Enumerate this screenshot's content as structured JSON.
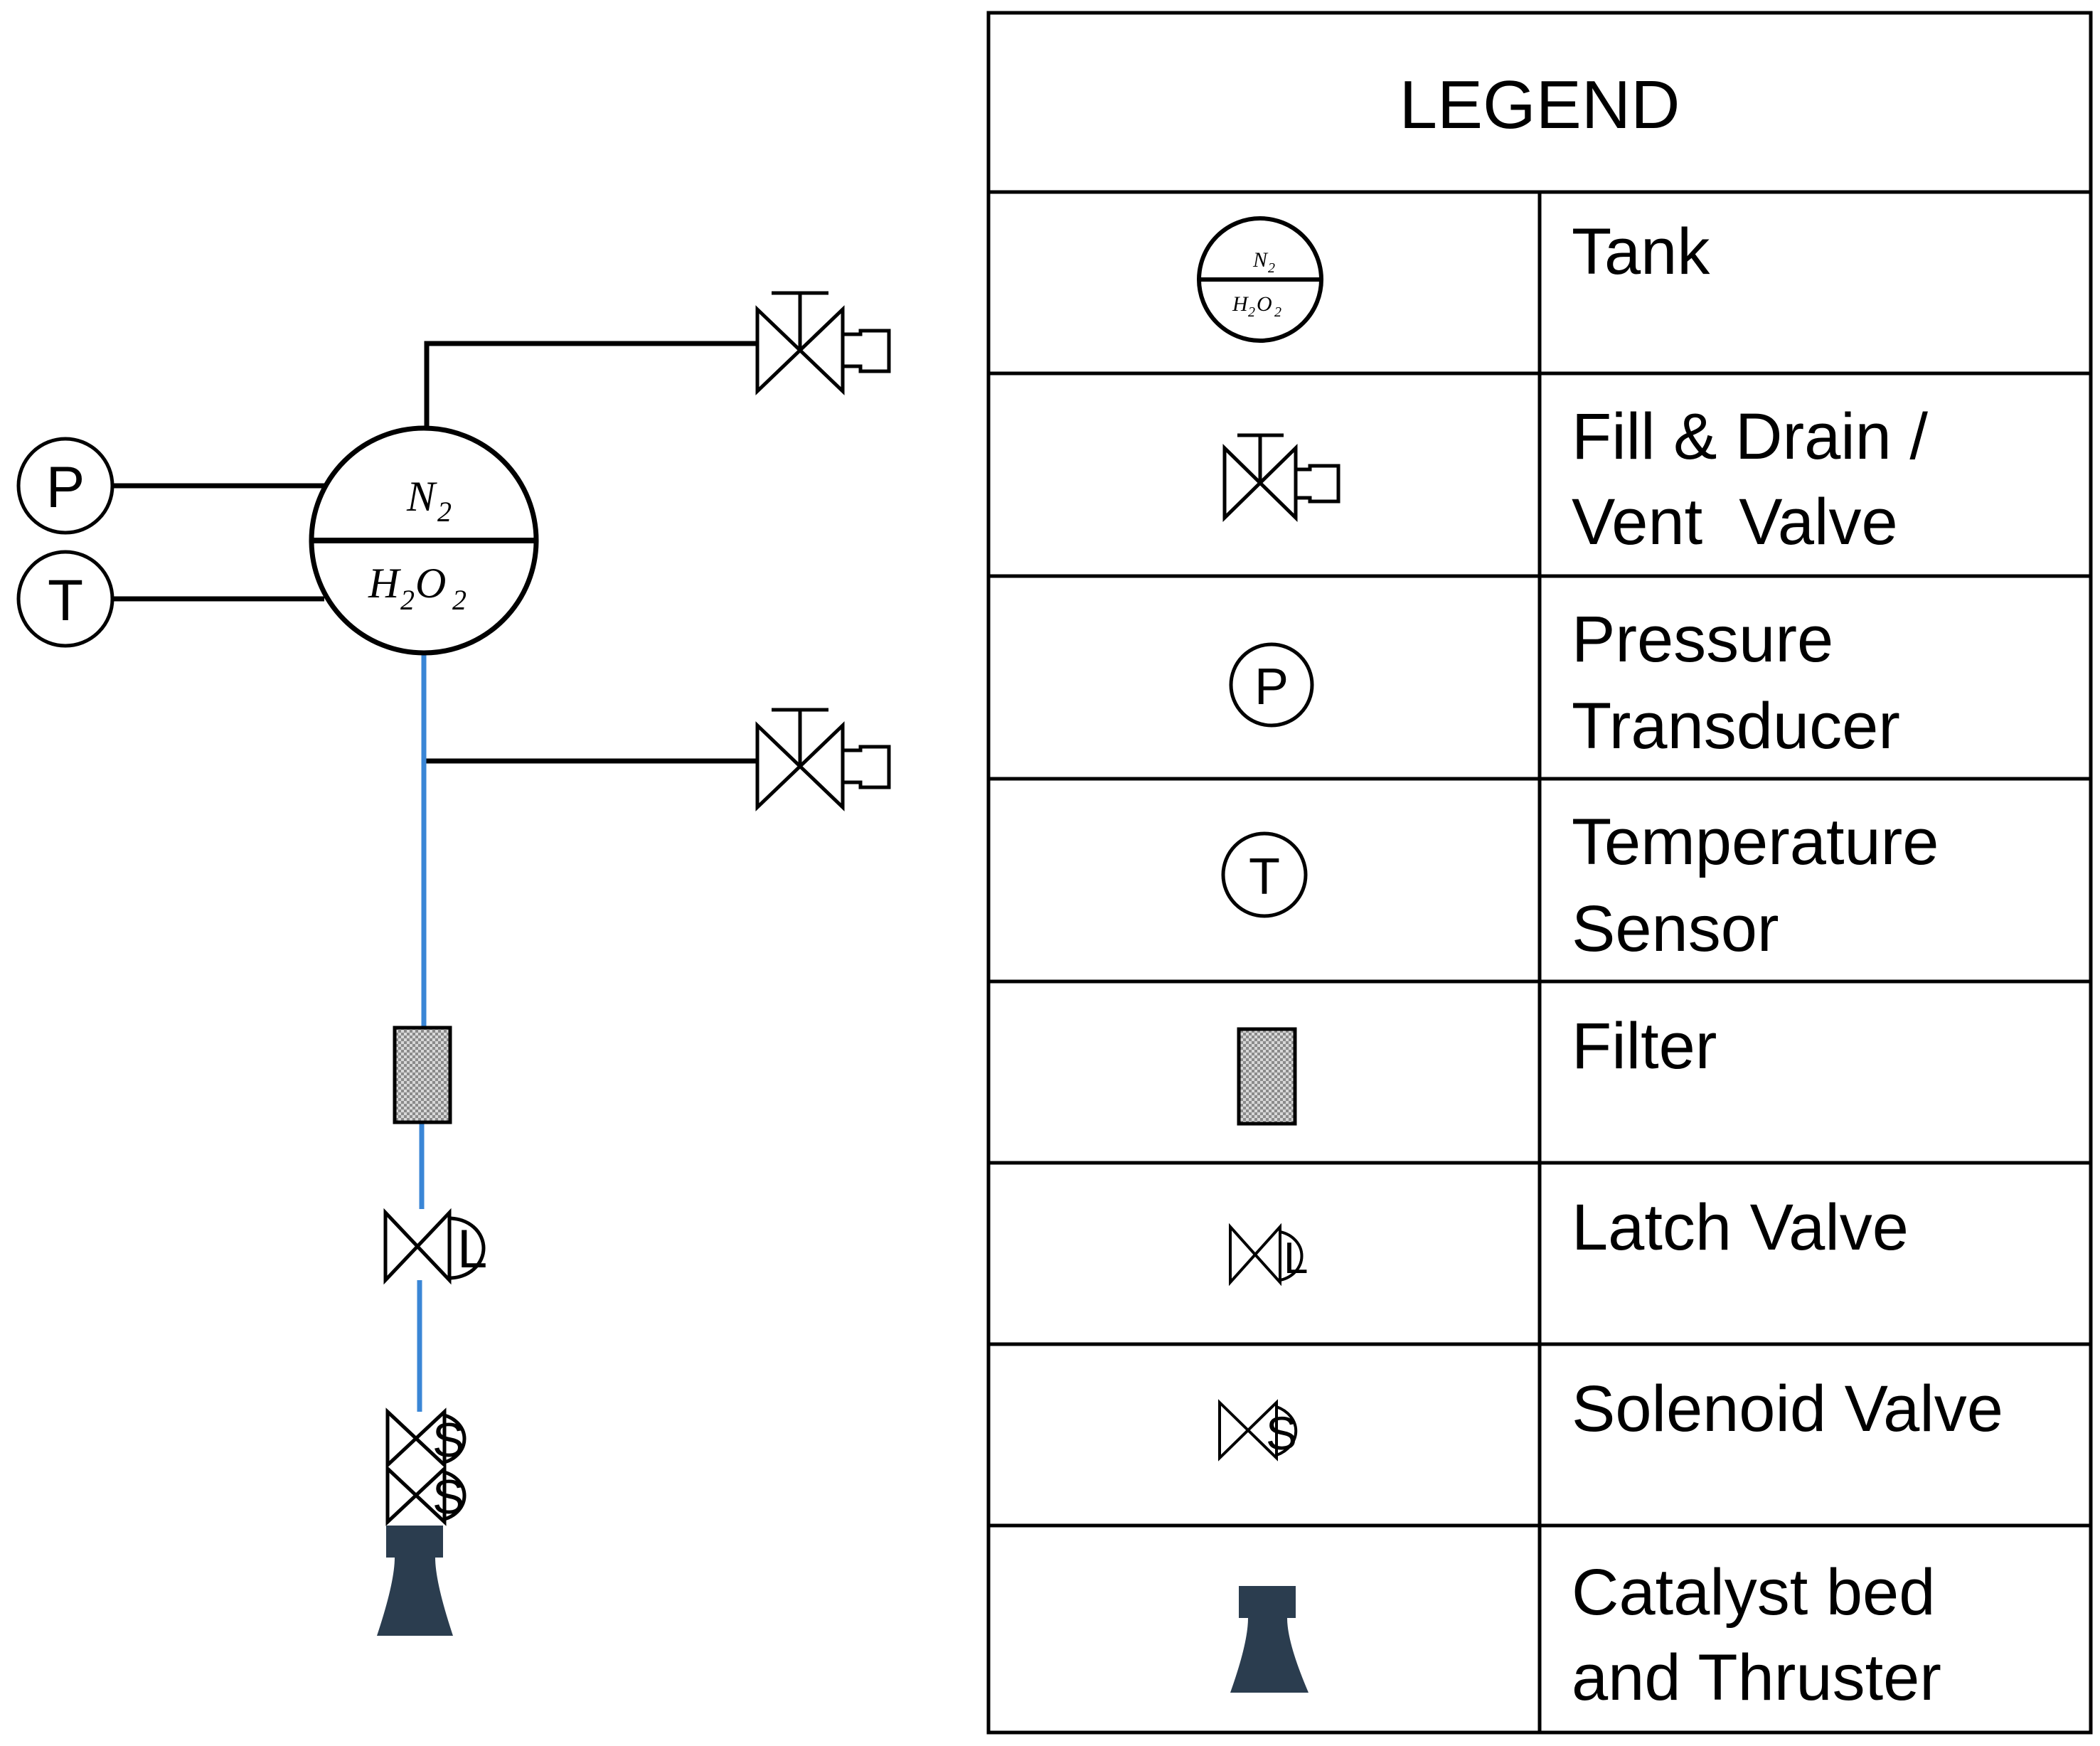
{
  "colors": {
    "propellant_line": "#3a86d6",
    "thruster": "#2b3d4f",
    "filter_fill": "#bdbdbd"
  },
  "diagram": {
    "tank": {
      "top_label": "N2",
      "bottom_label": "H2O2",
      "top_main": "N",
      "top_sub": "2",
      "bottom_h": "H",
      "bottom_sub1": "2",
      "bottom_o": "O",
      "bottom_sub2": "2"
    },
    "pressure_label": "P",
    "temperature_label": "T",
    "latch_label": "L",
    "solenoid_label": "S"
  },
  "legend": {
    "title": "LEGEND",
    "rows": [
      {
        "icon": "tank-icon",
        "label_lines": [
          "Tank"
        ]
      },
      {
        "icon": "fill-drain-valve-icon",
        "label_lines": [
          "Fill & Drain /",
          "Vent  Valve"
        ]
      },
      {
        "icon": "pressure-transducer-icon",
        "label_lines": [
          "Pressure",
          "Transducer"
        ]
      },
      {
        "icon": "temperature-sensor-icon",
        "label_lines": [
          "Temperature",
          "Sensor"
        ]
      },
      {
        "icon": "filter-icon",
        "label_lines": [
          "Filter"
        ]
      },
      {
        "icon": "latch-valve-icon",
        "label_lines": [
          "Latch Valve"
        ]
      },
      {
        "icon": "solenoid-valve-icon",
        "label_lines": [
          "Solenoid Valve"
        ]
      },
      {
        "icon": "thruster-icon",
        "label_lines": [
          "Catalyst bed",
          "and Thruster"
        ]
      }
    ]
  }
}
